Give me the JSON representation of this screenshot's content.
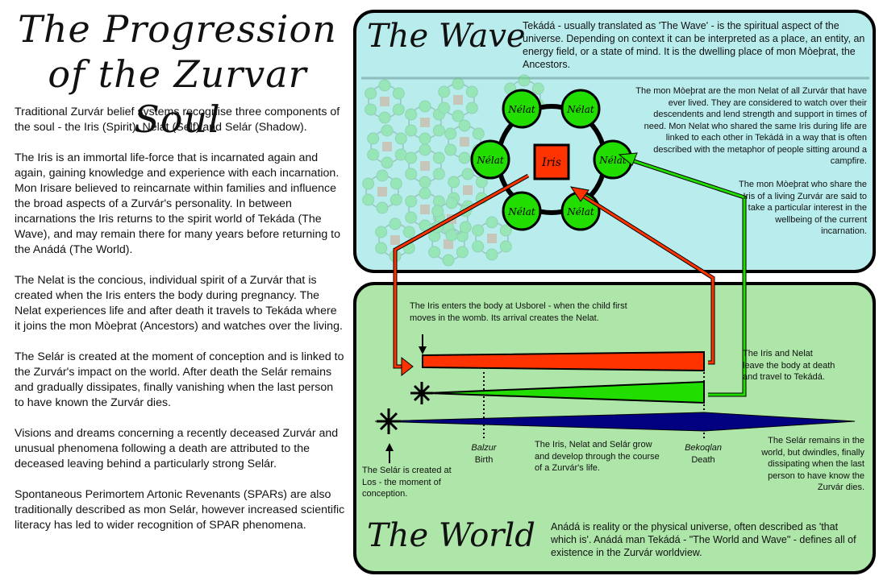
{
  "title": "The Progression of the Zurvar Soul",
  "intro": {
    "p1": "Traditional Zurvár belief systems recognise three components of the soul - the Iris (Spirit), Nelat (Self) and Selár (Shadow).",
    "p2": "The Iris is an immortal life-force that is incarnated again and again, gaining knowledge and experience with each incarnation. Mon Irisare believed to reincarnate within families and influence the broad aspects of a Zurvár's personality. In between incarnations the Iris returns to the spirit world of Tekáda (The Wave), and may remain there for many years before returning to the Anádá (The World).",
    "p3": "The Nelat is the concious, individual spirit of a Zurvár that is created when the Iris enters the body during pregnancy. The Nelat experiences life and after death it travels to Tekáda where it joins the mon Mòeþrat (Ancestors) and watches over the living.",
    "p4": "The Selár is created at the moment of conception and is linked to the Zurvár's impact on the world. After death the Selár remains and gradually dissipates, finally vanishing when the last person to have known the Zurvár dies.",
    "p5": "Visions and dreams concerning a recently deceased Zurvár and unusual phenomena following a death are attributed to the deceased leaving behind a particularly strong Selár.",
    "p6": "Spontaneous Perimortem Artonic Revenants (SPARs) are also traditionally described as mon Selár, however increased scientific literacy has led to wider recognition of SPAR phenomena."
  },
  "wave": {
    "title": "The Wave",
    "desc": "Tekádá - usually translated as 'The Wave' - is the spiritual aspect of the universe. Depending on context it can be interpreted as a place, an entity, an energy field, or a state of mind. It is the dwelling place of mon Mòeþrat, the Ancestors.",
    "ancestors": "The mon Mòeþrat are the mon Nelat of all Zurvár that have ever lived. They are considered to watch over their descendents and lend strength and support in times of need. Mon Nelat who shared the same Iris during life are linked to each other in Tekádá in a way that is often described with the metaphor of people sitting around a campfire.",
    "share": "The mon Mòeþrat who share the Iris of a living Zurvár are said to take a particular interest in the wellbeing of the current incarnation.",
    "nelat_label": "Nélat",
    "iris_label": "Iris"
  },
  "world": {
    "title": "The World",
    "enters": "The Iris enters the body at Usborel - when the child first moves in the womb. Its arrival creates the Nelat.",
    "leave": "The Iris and Nelat leave the body at death and travel to Tekádá.",
    "selar_created": "The Selár is created at Los - the moment of conception.",
    "birth_term": "Balzur",
    "birth": "Birth",
    "grow": "The Iris, Nelat and Selár grow and develop through the course of a Zurvár's life.",
    "death_term": "Bekoqlan",
    "death": "Death",
    "remains": "The Selár remains in the world, but dwindles, finally dissipating when the last person to have know the Zurvár dies.",
    "desc": "Anádá is reality or the physical universe, often described as 'that which is'. Anádá man Tekádá - \"The World and Wave\" - defines all of existence in the Zurvár worldview."
  },
  "colors": {
    "iris": "#ff3300",
    "nelat": "#22dd00",
    "selar": "#000080",
    "wave": "#b9ecec",
    "world": "#ade6a8"
  }
}
